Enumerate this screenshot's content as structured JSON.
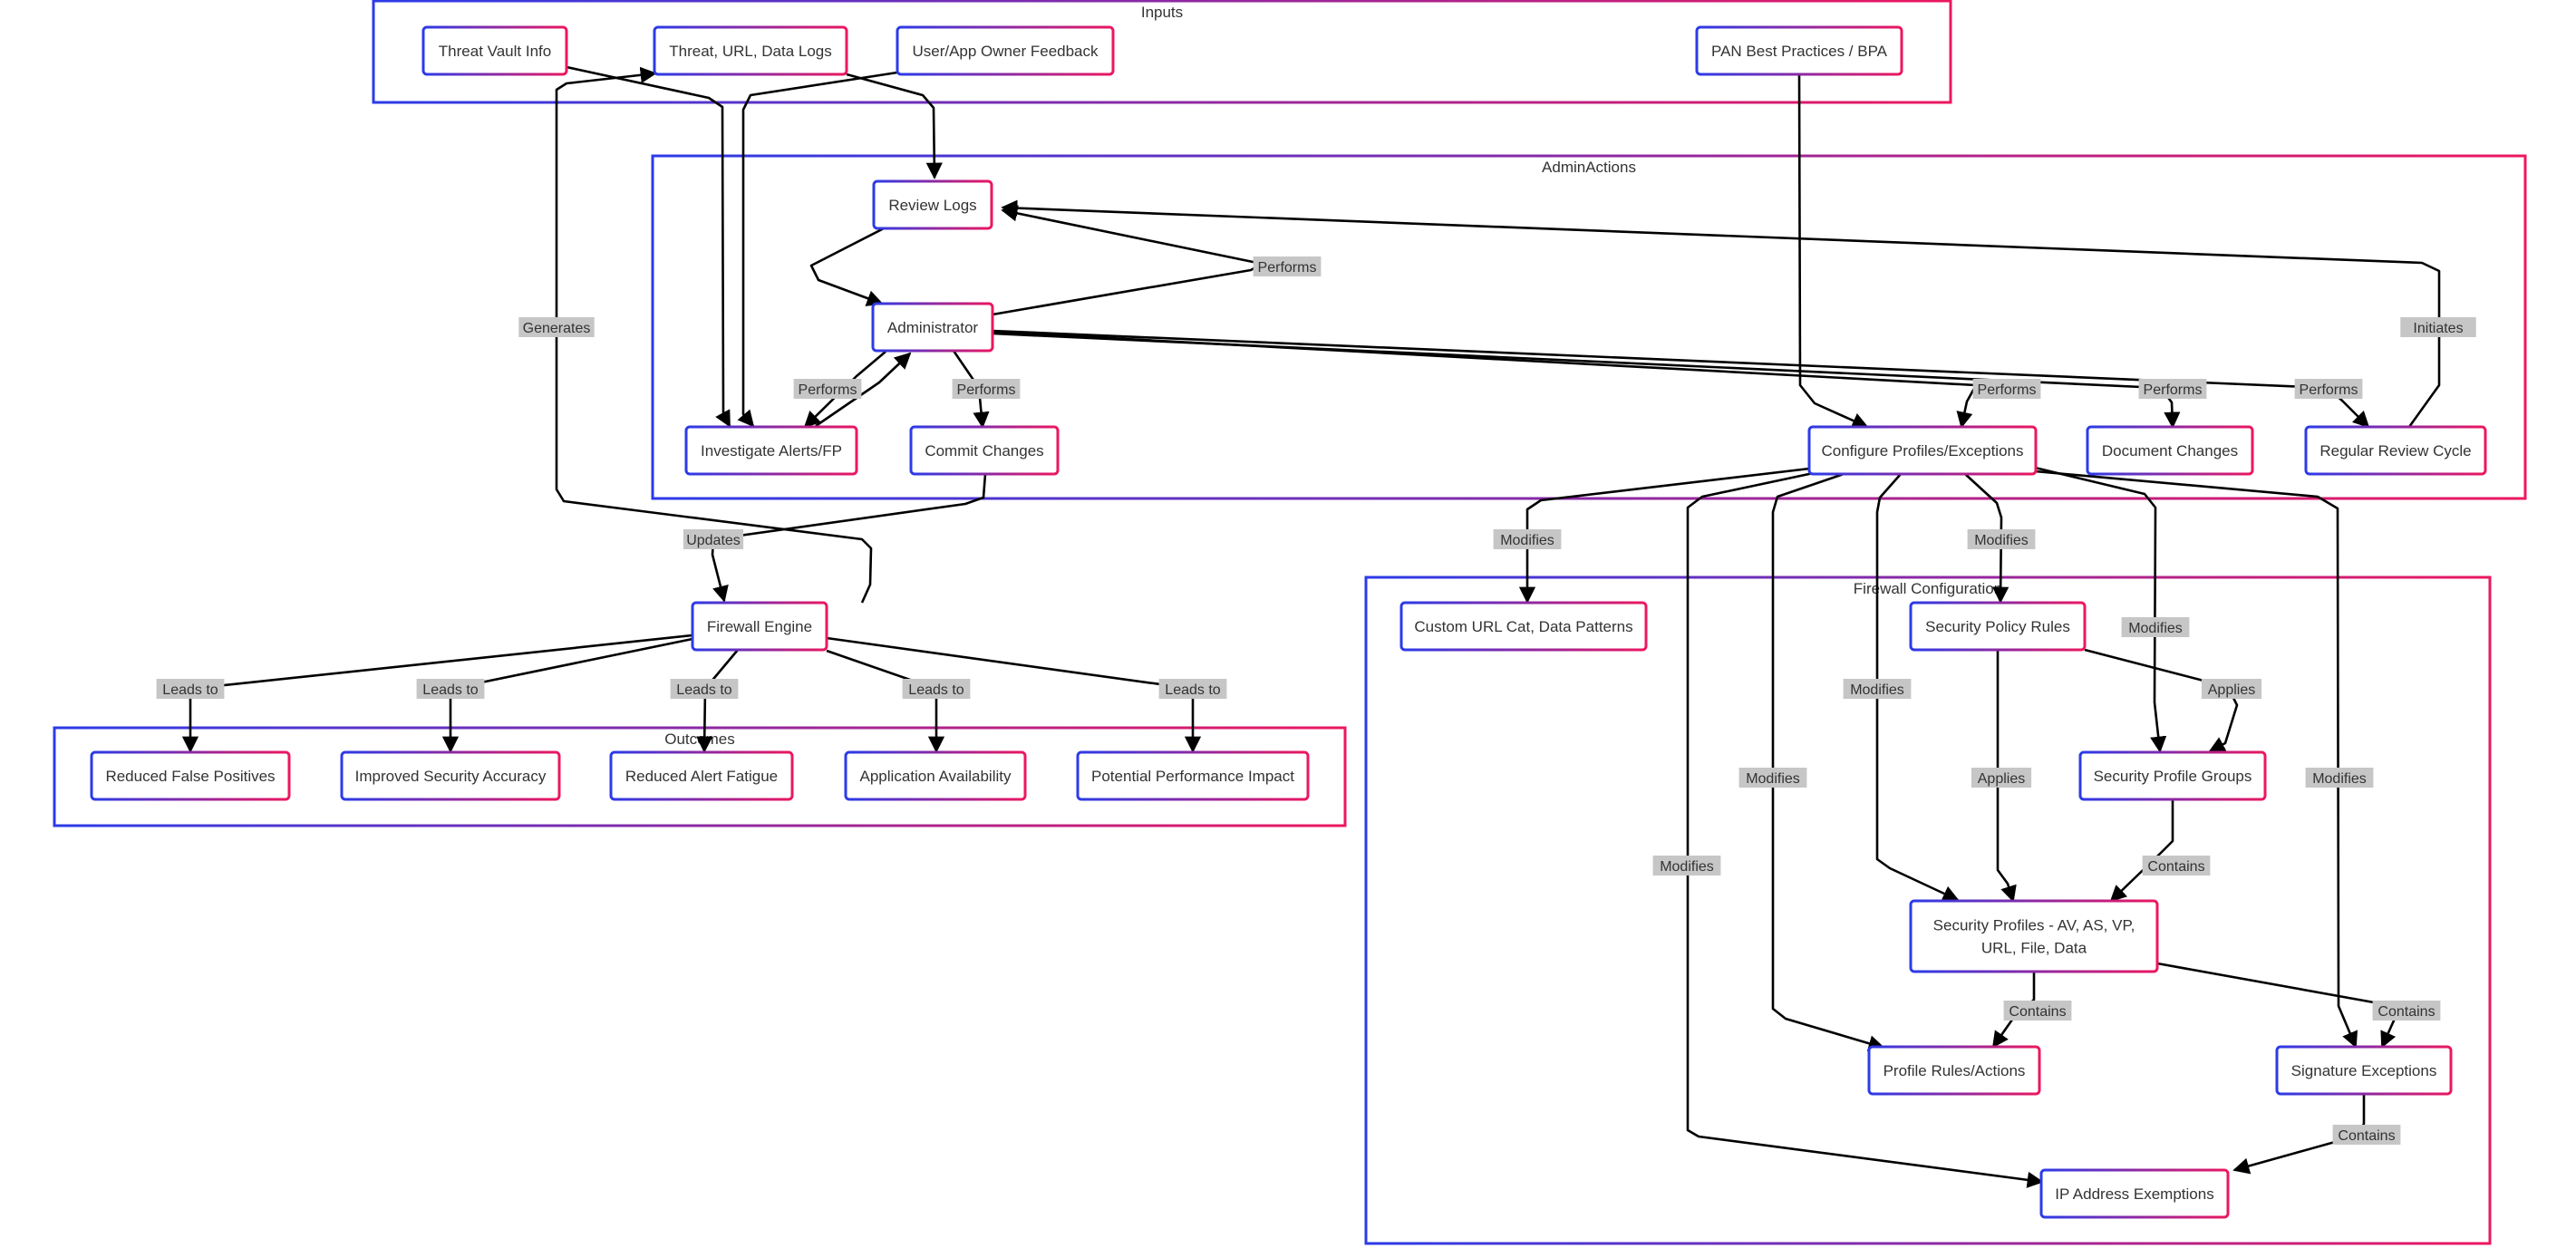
{
  "colors": {
    "gradient_start": "#2b3be8",
    "gradient_end": "#ec1760",
    "edge": "#000000",
    "edge_label_bg": "#c6c6c6",
    "text": "#333333",
    "background": "#ffffff"
  },
  "clusters": [
    {
      "id": "inputs",
      "title": "Inputs"
    },
    {
      "id": "admin",
      "title": "AdminActions"
    },
    {
      "id": "firewall",
      "title": "Firewall Configuration"
    },
    {
      "id": "outcomes",
      "title": "Outcomes"
    }
  ],
  "nodes": [
    {
      "id": "threat_vault",
      "lines": [
        "Threat Vault Info"
      ]
    },
    {
      "id": "logs",
      "lines": [
        "Threat, URL, Data Logs"
      ]
    },
    {
      "id": "feedback",
      "lines": [
        "User/App Owner Feedback"
      ]
    },
    {
      "id": "bpa",
      "lines": [
        "PAN Best Practices / BPA"
      ]
    },
    {
      "id": "review_logs",
      "lines": [
        "Review Logs"
      ]
    },
    {
      "id": "administrator",
      "lines": [
        "Administrator"
      ]
    },
    {
      "id": "investigate",
      "lines": [
        "Investigate Alerts/FP"
      ]
    },
    {
      "id": "commit",
      "lines": [
        "Commit Changes"
      ]
    },
    {
      "id": "configure",
      "lines": [
        "Configure Profiles/Exceptions"
      ]
    },
    {
      "id": "document",
      "lines": [
        "Document Changes"
      ]
    },
    {
      "id": "review_cycle",
      "lines": [
        "Regular Review Cycle"
      ]
    },
    {
      "id": "firewall_engine",
      "lines": [
        "Firewall Engine"
      ]
    },
    {
      "id": "custom_url",
      "lines": [
        "Custom URL Cat, Data Patterns"
      ]
    },
    {
      "id": "policy_rules",
      "lines": [
        "Security Policy Rules"
      ]
    },
    {
      "id": "profile_groups",
      "lines": [
        "Security Profile Groups"
      ]
    },
    {
      "id": "sec_profiles",
      "lines": [
        "Security Profiles - AV, AS, VP,",
        "URL, File, Data"
      ]
    },
    {
      "id": "profile_rules",
      "lines": [
        "Profile Rules/Actions"
      ]
    },
    {
      "id": "sig_exceptions",
      "lines": [
        "Signature Exceptions"
      ]
    },
    {
      "id": "ip_exemptions",
      "lines": [
        "IP Address Exemptions"
      ]
    },
    {
      "id": "reduced_fp",
      "lines": [
        "Reduced False Positives"
      ]
    },
    {
      "id": "improved_acc",
      "lines": [
        "Improved Security Accuracy"
      ]
    },
    {
      "id": "reduced_fatigue",
      "lines": [
        "Reduced Alert Fatigue"
      ]
    },
    {
      "id": "app_avail",
      "lines": [
        "Application Availability"
      ]
    },
    {
      "id": "perf_impact",
      "lines": [
        "Potential Performance Impact"
      ]
    }
  ],
  "edges": [
    {
      "from": "threat_vault",
      "to": "investigate",
      "label": ""
    },
    {
      "from": "logs",
      "to": "review_logs",
      "label": ""
    },
    {
      "from": "feedback",
      "to": "investigate",
      "label": ""
    },
    {
      "from": "bpa",
      "to": "configure",
      "label": ""
    },
    {
      "from": "review_logs",
      "to": "administrator",
      "label": ""
    },
    {
      "from": "administrator",
      "to": "review_logs",
      "label": "Performs"
    },
    {
      "from": "administrator",
      "to": "investigate",
      "label": "Performs"
    },
    {
      "from": "investigate",
      "to": "administrator",
      "label": ""
    },
    {
      "from": "administrator",
      "to": "commit",
      "label": "Performs"
    },
    {
      "from": "administrator",
      "to": "configure",
      "label": "Performs"
    },
    {
      "from": "administrator",
      "to": "document",
      "label": "Performs"
    },
    {
      "from": "administrator",
      "to": "review_cycle",
      "label": "Performs"
    },
    {
      "from": "review_cycle",
      "to": "review_logs",
      "label": "Initiates"
    },
    {
      "from": "commit",
      "to": "firewall_engine",
      "label": "Updates"
    },
    {
      "from": "firewall_engine",
      "to": "logs",
      "label": "Generates"
    },
    {
      "from": "configure",
      "to": "custom_url",
      "label": "Modifies"
    },
    {
      "from": "configure",
      "to": "policy_rules",
      "label": "Modifies"
    },
    {
      "from": "configure",
      "to": "profile_groups",
      "label": "Modifies"
    },
    {
      "from": "configure",
      "to": "sec_profiles",
      "label": "Modifies"
    },
    {
      "from": "configure",
      "to": "profile_rules",
      "label": "Modifies"
    },
    {
      "from": "configure",
      "to": "sig_exceptions",
      "label": "Modifies"
    },
    {
      "from": "configure",
      "to": "ip_exemptions",
      "label": "Modifies"
    },
    {
      "from": "policy_rules",
      "to": "profile_groups",
      "label": "Applies"
    },
    {
      "from": "policy_rules",
      "to": "sec_profiles",
      "label": "Applies"
    },
    {
      "from": "profile_groups",
      "to": "sec_profiles",
      "label": "Contains"
    },
    {
      "from": "sec_profiles",
      "to": "profile_rules",
      "label": "Contains"
    },
    {
      "from": "sec_profiles",
      "to": "sig_exceptions",
      "label": "Contains"
    },
    {
      "from": "sig_exceptions",
      "to": "ip_exemptions",
      "label": "Contains"
    },
    {
      "from": "firewall_engine",
      "to": "reduced_fp",
      "label": "Leads to"
    },
    {
      "from": "firewall_engine",
      "to": "improved_acc",
      "label": "Leads to"
    },
    {
      "from": "firewall_engine",
      "to": "reduced_fatigue",
      "label": "Leads to"
    },
    {
      "from": "firewall_engine",
      "to": "app_avail",
      "label": "Leads to"
    },
    {
      "from": "firewall_engine",
      "to": "perf_impact",
      "label": "Leads to"
    }
  ]
}
